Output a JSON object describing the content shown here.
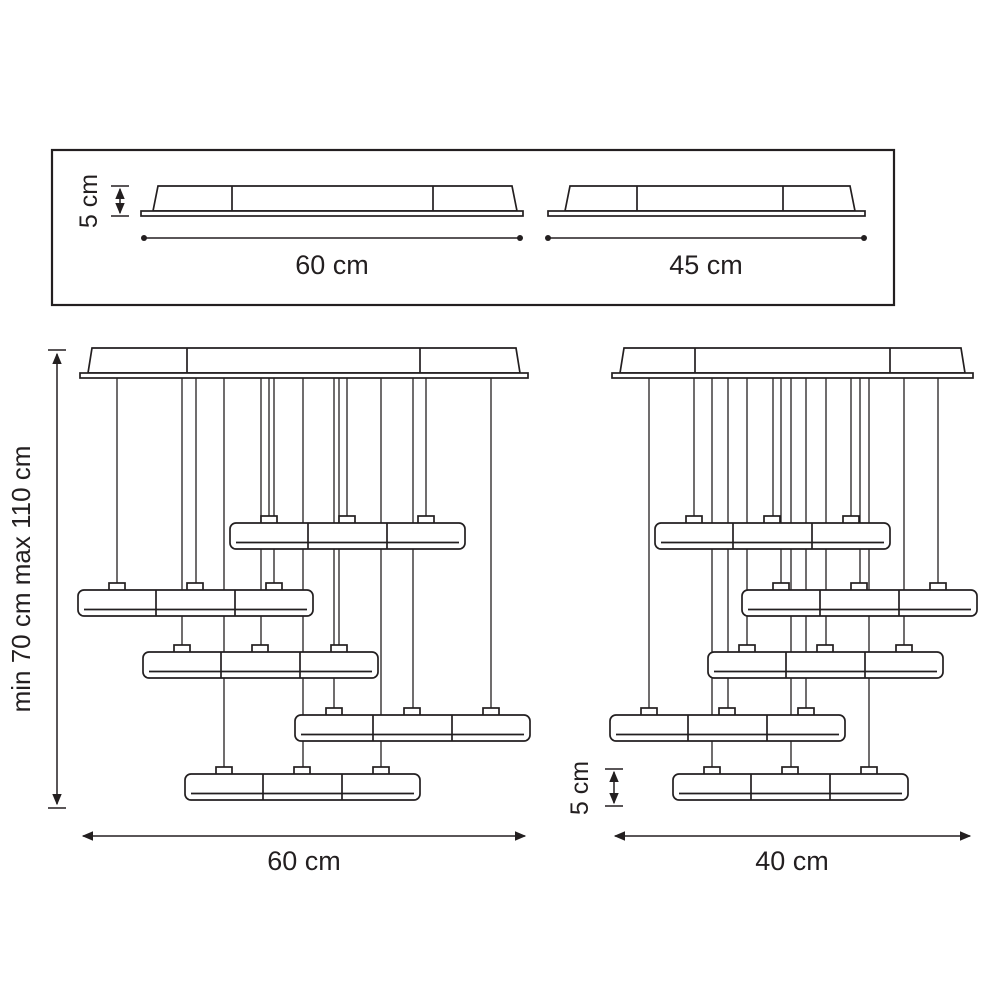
{
  "page": {
    "background": "#ffffff",
    "line_color": "#231f20",
    "description": "Pendant chandelier dimensional drawing"
  },
  "top_panel": {
    "bar_height_label": "5 cm",
    "long_bar_label": "60 cm",
    "short_bar_label": "45 cm"
  },
  "left_fixture": {
    "drop_height_label": "min 70 cm max 110 cm",
    "width_label": "60 cm"
  },
  "right_fixture": {
    "width_label": "40 cm",
    "pendant_height_label": "5 cm"
  }
}
